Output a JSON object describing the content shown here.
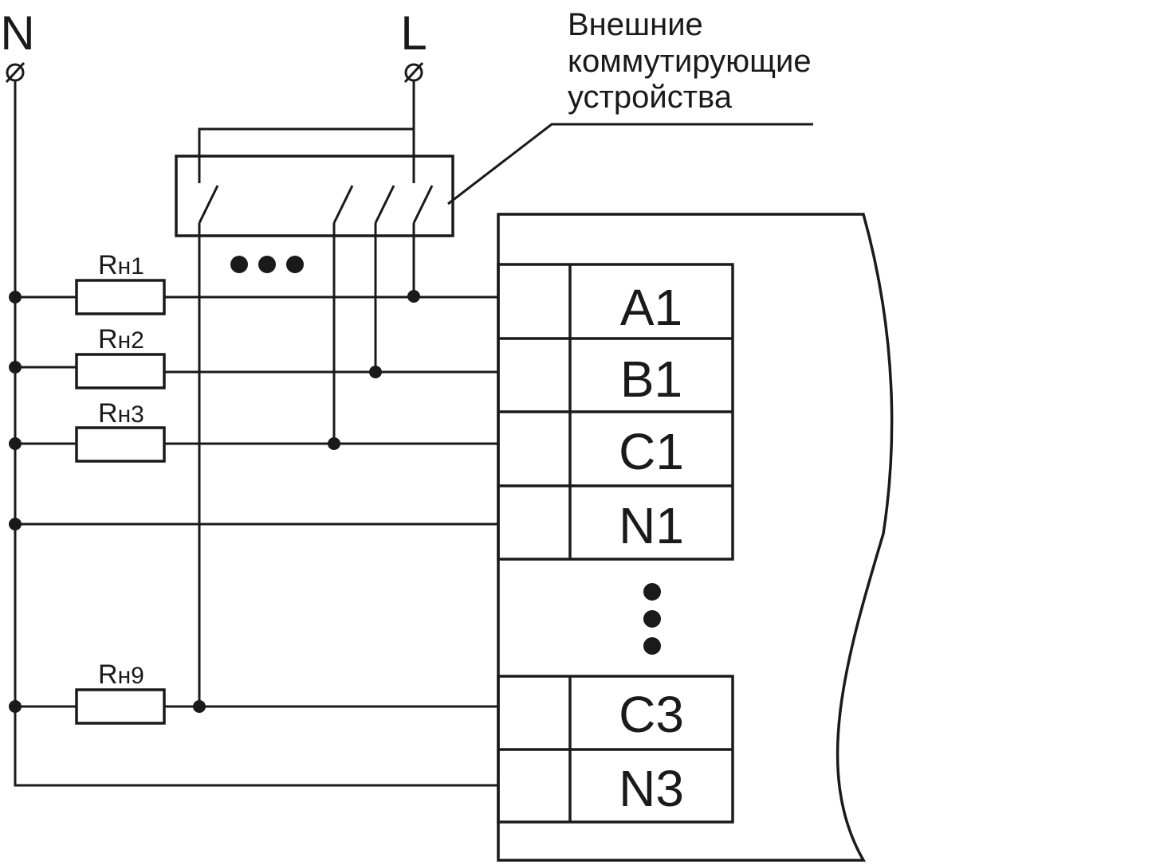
{
  "buses": {
    "neutral": "N",
    "line": "L"
  },
  "annotation": [
    "Внешние",
    "коммутирующие",
    "устройства"
  ],
  "resistors": [
    {
      "prefix": "R",
      "sub": "н1"
    },
    {
      "prefix": "R",
      "sub": "н2"
    },
    {
      "prefix": "R",
      "sub": "н3"
    },
    {
      "prefix": "R",
      "sub": "н9"
    }
  ],
  "terminals": [
    "A1",
    "B1",
    "C1",
    "N1",
    "C3",
    "N3"
  ]
}
